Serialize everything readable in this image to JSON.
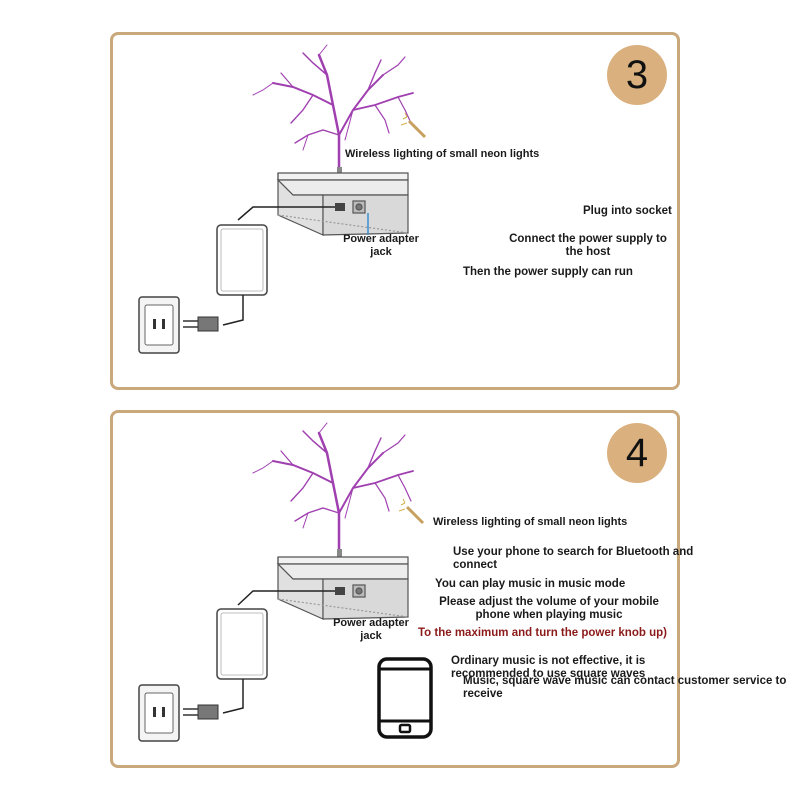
{
  "panels": [
    {
      "step": "3",
      "labels": {
        "neon": "Wireless lighting of small neon lights",
        "jack_line1": "Power adapter",
        "jack_line2": "jack"
      },
      "instructions": {
        "plug": "Plug into socket",
        "connect_line1": "Connect the power supply to",
        "connect_line2": "the host",
        "run": "Then the power supply can run"
      }
    },
    {
      "step": "4",
      "labels": {
        "neon": "Wireless lighting of small neon lights",
        "jack_line1": "Power adapter",
        "jack_line2": "jack"
      },
      "instructions": {
        "bt_line1": "Use your phone to search for Bluetooth and",
        "bt_line2": "connect",
        "music_mode": "You can play music in music mode",
        "volume_line1": "Please adjust the volume of your mobile",
        "volume_line2": "phone when playing music",
        "max": "To the maximum and turn the power knob up)",
        "ordinary_line1": "Ordinary music is not effective, it is",
        "ordinary_line2": "recommended to use square waves",
        "square_line1": "Music, square wave music can contact customer service to",
        "square_line2": "receive"
      }
    }
  ],
  "colors": {
    "panel_border": "#c9a97c",
    "badge": "#d9b07e",
    "neon_tree": "#a040b0",
    "accent_text": "#8b1a1a"
  },
  "icons": [
    "neon-tree-icon",
    "neon-bulb-icon",
    "host-box-icon",
    "power-adapter-icon",
    "wall-socket-icon",
    "plug-icon",
    "phone-icon"
  ]
}
